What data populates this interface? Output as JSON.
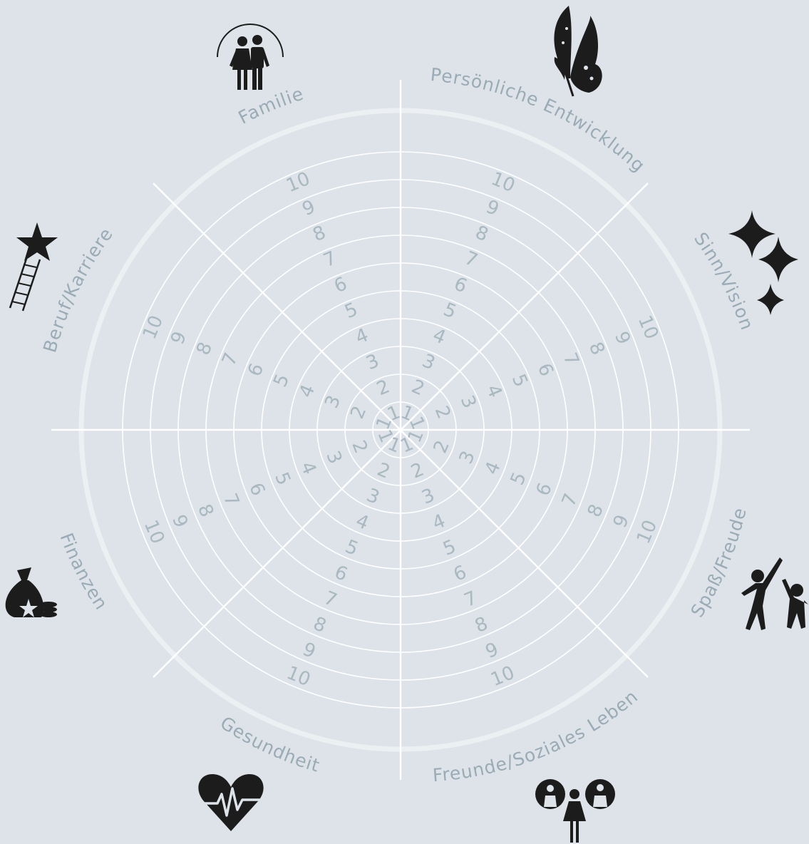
{
  "diagram": {
    "type": "wheel-of-life",
    "scale": [
      "1",
      "2",
      "3",
      "4",
      "5",
      "6",
      "7",
      "8",
      "9",
      "10"
    ],
    "segments": [
      {
        "label": "Persönliche Entwicklung",
        "icon": "butterfly-icon"
      },
      {
        "label": "Sinn/Vision",
        "icon": "sparkles-icon"
      },
      {
        "label": "Spaß/Freude",
        "icon": "high-five-icon"
      },
      {
        "label": "Freunde/Soziales Leben",
        "icon": "people-group-icon"
      },
      {
        "label": "Gesundheit",
        "icon": "heartbeat-icon"
      },
      {
        "label": "Finanzen",
        "icon": "money-bag-icon"
      },
      {
        "label": "Beruf/Karriere",
        "icon": "ladder-star-icon"
      },
      {
        "label": "Familie",
        "icon": "couple-icon"
      }
    ],
    "colors": {
      "background": "#dde3e9",
      "lines": "#ffffff",
      "outer_ring": "#edf0f3",
      "numbers": "#a9b8c1",
      "labels": "#9aabb6",
      "icons": "#1c1c1c"
    }
  }
}
